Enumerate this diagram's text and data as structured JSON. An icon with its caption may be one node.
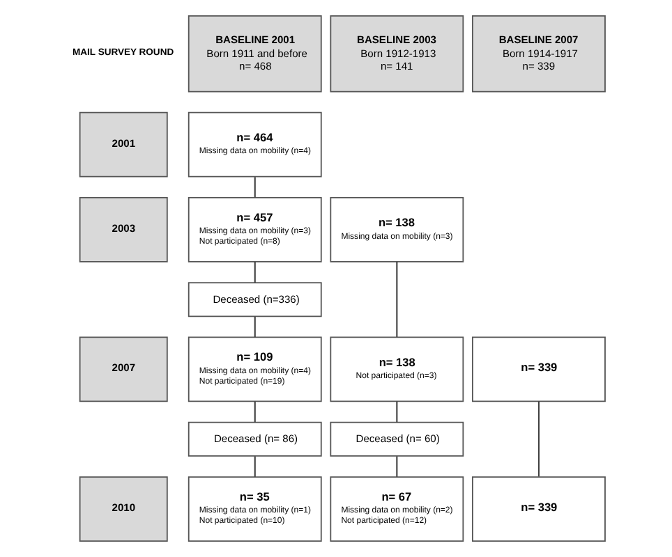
{
  "diagram": {
    "nodes": [
      {
        "text": [
          "BASELINE 2001",
          "Born 1911 and before",
          "n= 468"
        ]
      },
      {
        "text": [
          "BASELINE 2003",
          "Born 1912-1913",
          "n= 141"
        ]
      },
      {
        "text": [
          "BASELINE 2007",
          "Born 1914-1917",
          "n= 339"
        ]
      },
      {
        "text": [
          "2001"
        ]
      },
      {
        "text": [
          "n= 464",
          "Missing data on mobility (n=4)"
        ]
      },
      {
        "text": [
          "2003"
        ]
      },
      {
        "text": [
          "n= 457",
          "Missing data on mobility (n=3)",
          "Not participated (n=8)"
        ]
      },
      {
        "text": [
          "n= 138",
          "Missing data on mobility (n=3)"
        ]
      },
      {
        "text": [
          "Deceased (n=336)"
        ]
      },
      {
        "text": [
          "2007"
        ]
      },
      {
        "text": [
          "n= 109",
          "Missing data on mobility (n=4)",
          "Not participated (n=19)"
        ]
      },
      {
        "text": [
          "n= 138",
          "Not participated (n=3)"
        ]
      },
      {
        "text": [
          "n= 339"
        ]
      },
      {
        "text": [
          "Deceased (n= 86)"
        ]
      },
      {
        "text": [
          "Deceased (n= 60)"
        ]
      },
      {
        "text": [
          "2010"
        ]
      },
      {
        "text": [
          "n= 35",
          "Missing data on mobility (n=1)",
          "Not participated (n=10)"
        ]
      },
      {
        "text": [
          "n= 67",
          "Missing data on mobility (n=2)",
          "Not participated (n=12)"
        ]
      },
      {
        "text": [
          "n= 339"
        ]
      }
    ],
    "edges": [
      {
        "from": 4,
        "to": 6,
        "arrow": "none"
      },
      {
        "from": 6,
        "to": 8,
        "arrow": "none"
      },
      {
        "from": 8,
        "to": 10,
        "arrow": "none"
      },
      {
        "from": 7,
        "to": 11,
        "arrow": "none"
      },
      {
        "from": 10,
        "to": 13,
        "arrow": "none"
      },
      {
        "from": 13,
        "to": 16,
        "arrow": "none"
      },
      {
        "from": 11,
        "to": 14,
        "arrow": "none"
      },
      {
        "from": 14,
        "to": 17,
        "arrow": "none"
      },
      {
        "from": 12,
        "to": 18,
        "arrow": "none"
      }
    ],
    "labels": [
      "MAIL SURVEY ROUND"
    ]
  }
}
